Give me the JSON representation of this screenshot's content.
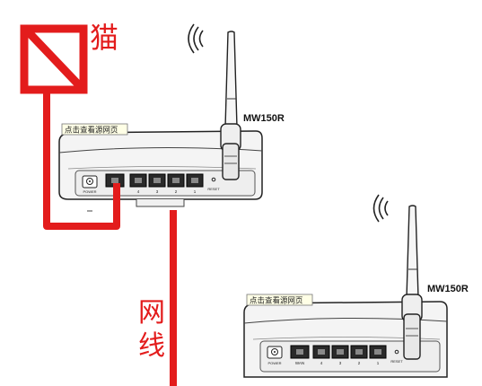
{
  "modem": {
    "label": "猫",
    "color": "#e31c1c"
  },
  "cable": {
    "label_line1": "网",
    "label_line2": "线",
    "color": "#e31c1c"
  },
  "router_top": {
    "model": "MW150R",
    "tooltip": "点击查看源网页",
    "port_numbers": [
      "4",
      "3",
      "2",
      "1"
    ],
    "power_label": "POWER",
    "reset_label": "RESET"
  },
  "router_bottom": {
    "model": "MW150R",
    "tooltip": "点击查看源网页",
    "wan_label": "WAN",
    "port_numbers": [
      "4",
      "3",
      "2",
      "1"
    ],
    "power_label": "POWER",
    "reset_label": "RESET"
  },
  "icons": [
    "wifi-signal-icon",
    "antenna-icon",
    "ethernet-port-icon",
    "power-jack-icon",
    "reset-button-icon"
  ]
}
